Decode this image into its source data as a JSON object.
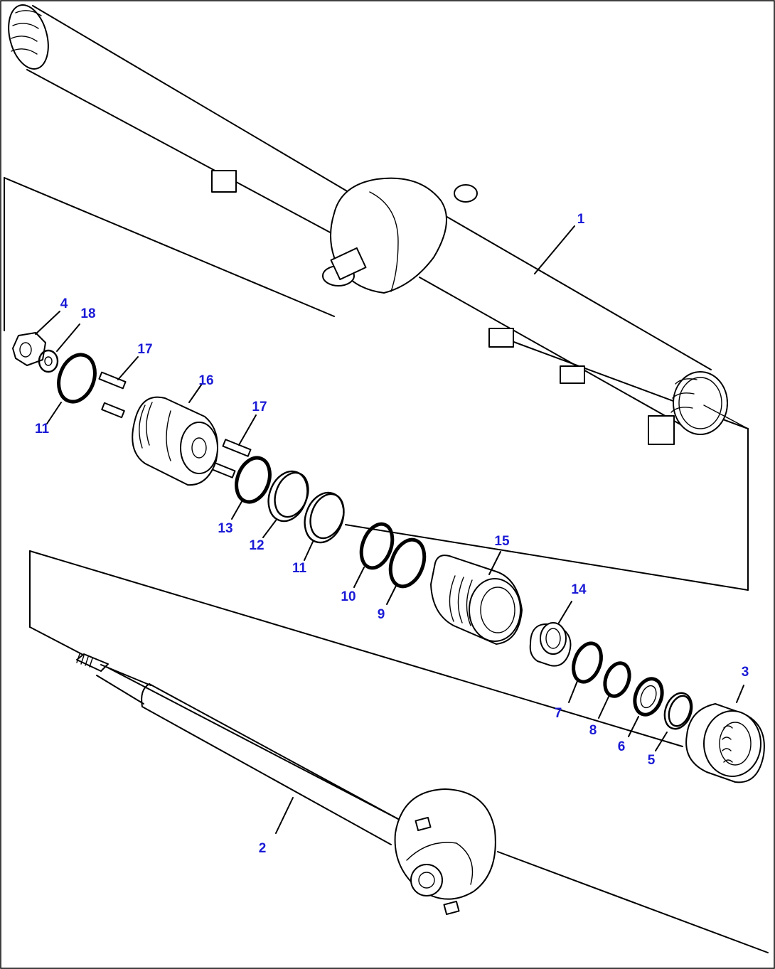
{
  "callouts": [
    {
      "id": "c1",
      "label": "1"
    },
    {
      "id": "c2",
      "label": "2"
    },
    {
      "id": "c3",
      "label": "3"
    },
    {
      "id": "c4",
      "label": "4"
    },
    {
      "id": "c5",
      "label": "5"
    },
    {
      "id": "c6",
      "label": "6"
    },
    {
      "id": "c7",
      "label": "7"
    },
    {
      "id": "c8",
      "label": "8"
    },
    {
      "id": "c9",
      "label": "9"
    },
    {
      "id": "c10",
      "label": "10"
    },
    {
      "id": "c11a",
      "label": "11"
    },
    {
      "id": "c11b",
      "label": "11"
    },
    {
      "id": "c12",
      "label": "12"
    },
    {
      "id": "c13",
      "label": "13"
    },
    {
      "id": "c14",
      "label": "14"
    },
    {
      "id": "c15",
      "label": "15"
    },
    {
      "id": "c16",
      "label": "16"
    },
    {
      "id": "c17a",
      "label": "17"
    },
    {
      "id": "c17b",
      "label": "17"
    },
    {
      "id": "c18",
      "label": "18"
    }
  ],
  "colors": {
    "callout_text": "#1a1ad6",
    "line_art": "#000000",
    "background": "#ffffff"
  }
}
